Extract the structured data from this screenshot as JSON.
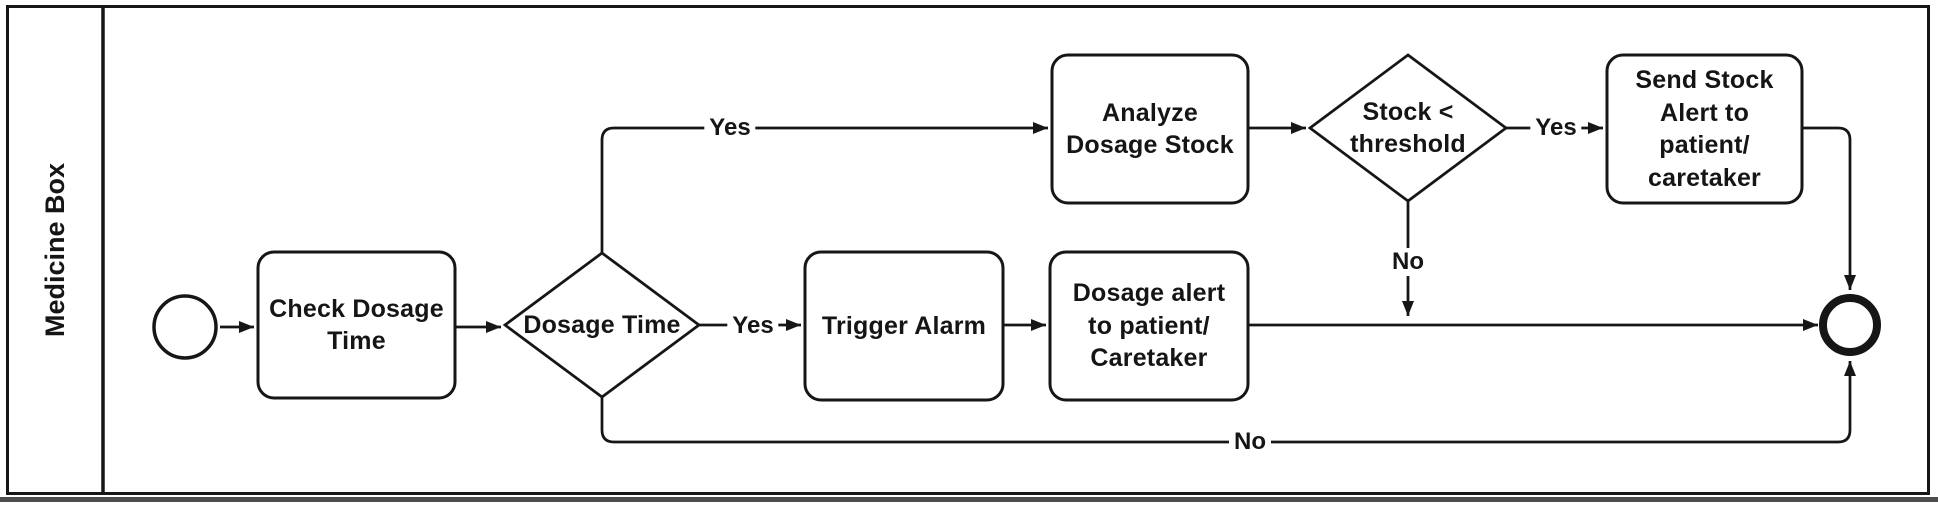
{
  "lane": {
    "title": "Medicine Box"
  },
  "nodes": {
    "start_event": {
      "type": "start-circle"
    },
    "check_dosage_time": {
      "label": "Check Dosage Time"
    },
    "dosage_time_gateway": {
      "label": "Dosage Time"
    },
    "trigger_alarm": {
      "label": "Trigger Alarm"
    },
    "dosage_alert": {
      "label": "Dosage alert to patient/ Caretaker"
    },
    "analyze_stock": {
      "label": "Analyze Dosage Stock"
    },
    "stock_threshold_gateway": {
      "label": "Stock < threshold"
    },
    "send_stock_alert": {
      "label": "Send Stock Alert to patient/ caretaker"
    },
    "end_event": {
      "type": "end-circle-thick"
    }
  },
  "edges": {
    "yes_to_analyze": "Yes",
    "yes_to_trigger": "Yes",
    "yes_to_send_alert": "Yes",
    "no_from_stock": "No",
    "no_loop_bottom": "No"
  },
  "colors": {
    "line": "#161616",
    "background": "#ffffff",
    "bottom_rule": "#4d4d4d"
  }
}
